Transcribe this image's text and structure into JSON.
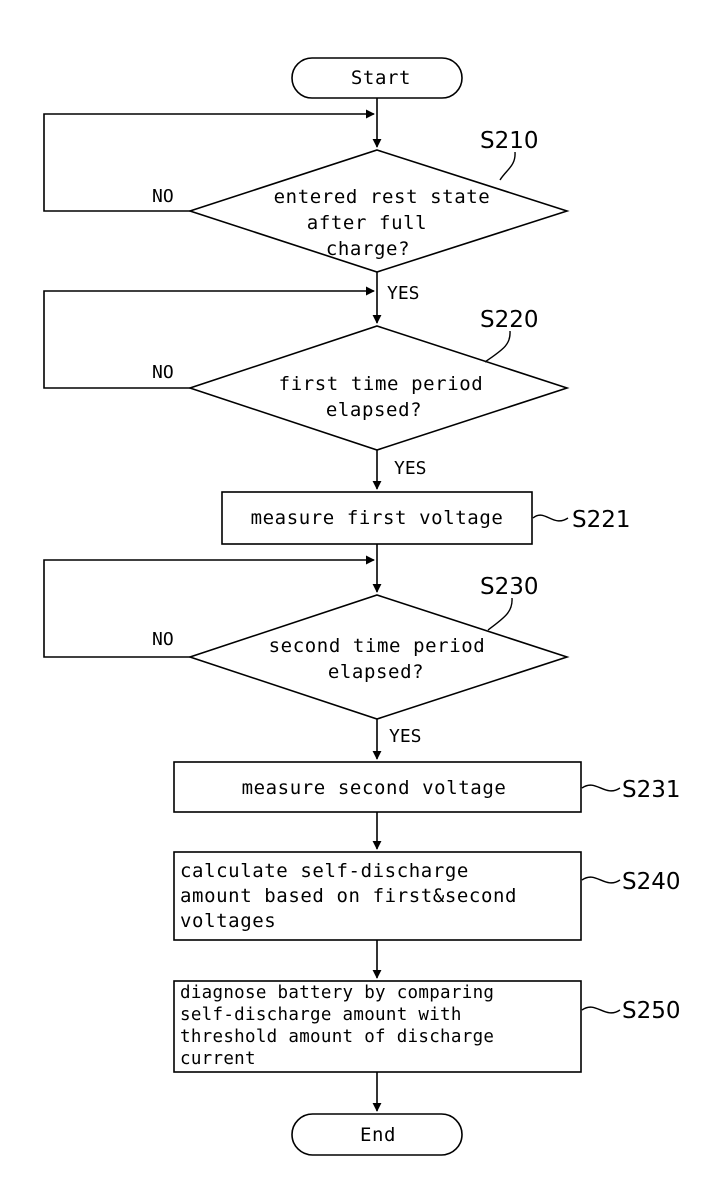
{
  "flowchart": {
    "start": "Start",
    "end": "End",
    "steps": {
      "s210": {
        "ref": "S210",
        "lines": [
          "entered rest state",
          "after full",
          "charge?"
        ],
        "no_label": "NO",
        "yes_label": "YES"
      },
      "s220": {
        "ref": "S220",
        "lines": [
          "first time period",
          "elapsed?"
        ],
        "no_label": "NO",
        "yes_label": "YES"
      },
      "s221": {
        "ref": "S221",
        "lines": [
          "measure first voltage"
        ]
      },
      "s230": {
        "ref": "S230",
        "lines": [
          "second time period",
          "elapsed?"
        ],
        "no_label": "NO",
        "yes_label": "YES"
      },
      "s231": {
        "ref": "S231",
        "lines": [
          "measure second voltage"
        ]
      },
      "s240": {
        "ref": "S240",
        "lines": [
          "calculate self-discharge",
          "amount based on first&second",
          "voltages"
        ]
      },
      "s250": {
        "ref": "S250",
        "lines": [
          "diagnose battery by comparing",
          "self-discharge amount with",
          "threshold amount of discharge",
          "current"
        ]
      }
    }
  }
}
